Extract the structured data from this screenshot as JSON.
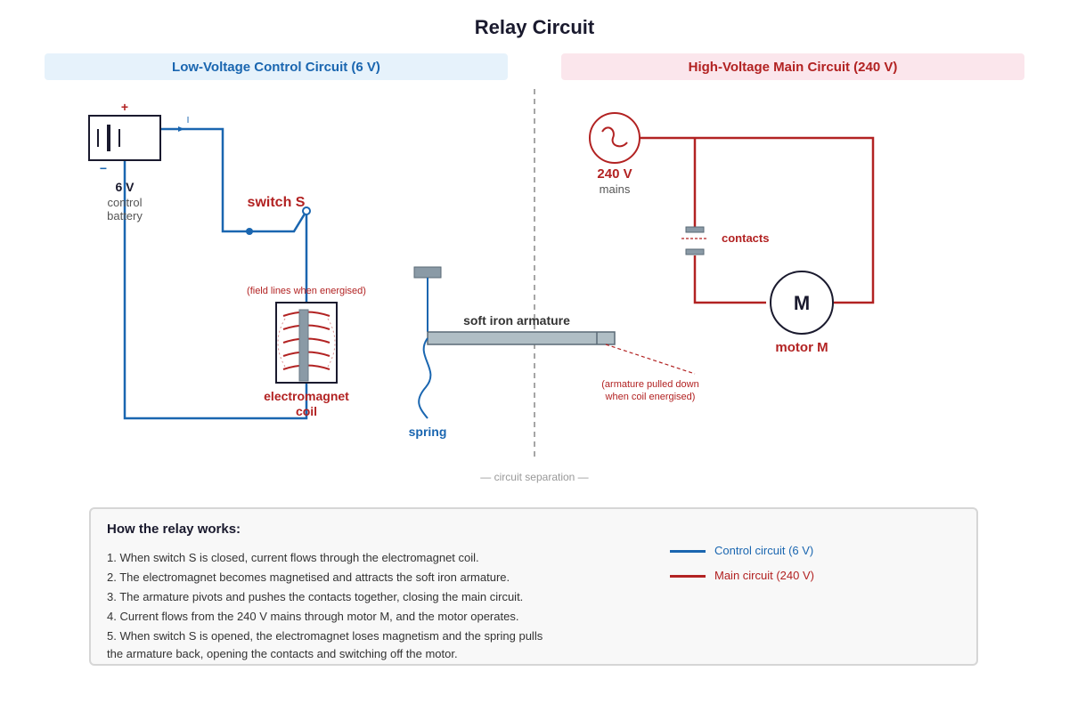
{
  "title": "Relay Circuit",
  "sections": {
    "left": "Low-Voltage Control Circuit (6 V)",
    "right": "High-Voltage Main Circuit (240 V)"
  },
  "battery": {
    "plus": "+",
    "minus": "−",
    "voltage": "6 V",
    "label_line1": "control",
    "label_line2": "battery"
  },
  "current_marker": "I",
  "switch_label": "switch S",
  "field_note": "(field lines when energised)",
  "electromagnet": {
    "line1": "electromagnet",
    "line2": "coil"
  },
  "armature_label": "soft iron armature",
  "spring_label": "spring",
  "armature_note": {
    "line1": "(armature pulled down",
    "line2": "when coil energised)"
  },
  "separation_label": "— circuit separation —",
  "mains": {
    "voltage": "240 V",
    "label": "mains"
  },
  "contacts_label": "contacts",
  "motor": {
    "symbol": "M",
    "label": "motor M"
  },
  "how": {
    "title": "How the relay works:",
    "steps": [
      "1. When switch S is closed, current flows through the electromagnet coil.",
      "2. The electromagnet becomes magnetised and attracts the soft iron armature.",
      "3. The armature pivots and pushes the contacts together, closing the main circuit.",
      "4. Current flows from the 240 V mains through motor M, and the motor operates."
    ],
    "step5_line1": "5. When switch S is opened, the electromagnet loses magnetism and the spring pulls",
    "step5_line2": "the armature back, opening the contacts and switching off the motor."
  },
  "legend": [
    {
      "label": "Control circuit (6 V)",
      "color": "#1a66b0"
    },
    {
      "label": "Main circuit (240 V)",
      "color": "#b22222"
    }
  ],
  "colors": {
    "control": "#1a66b0",
    "main": "#b22222",
    "dark": "#1a1a2e",
    "iron": "#8a9aa6"
  }
}
